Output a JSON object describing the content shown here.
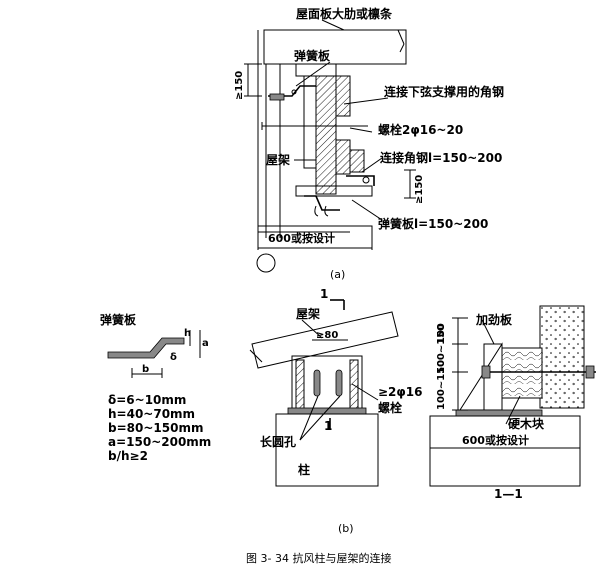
{
  "figure": {
    "caption": "图 3- 34  抗风柱与屋架的连接",
    "panel_a": {
      "tag": "(a)",
      "labels": {
        "roof_panel": "屋面板大肋或檩条",
        "spring_plate": "弹簧板",
        "brace_angle": "连接下弦支撑用的角钢",
        "bolt": "螺栓2φ16~20",
        "truss": "屋架",
        "conn_angle": "连接角钢l=150~200",
        "spring_plate_l": "弹簧板l=150~200",
        "width": "600或按设计",
        "dim_top": "≥150",
        "dim_side": "≥150"
      }
    },
    "panel_b": {
      "tag": "(b)",
      "section_mark": "1",
      "section_mark_bottom": "1",
      "section_title": "1—1",
      "labels": {
        "spring_plate": "弹簧板",
        "truss": "屋架",
        "gap": "≥80",
        "bolt": "≥2φ16",
        "bolt2": "螺栓",
        "slot": "长圆孔",
        "column": "柱",
        "stiffener": "加劲板",
        "hardwood": "硬木块",
        "width": "600或按设计",
        "dim_100": "100",
        "dim_100_150": "100~150",
        "dim_100_b": "100~150"
      },
      "spring_dims": {
        "dim_h": "h",
        "dim_a": "a",
        "dim_delta": "δ",
        "dim_b": "b"
      },
      "formulas": [
        "δ=6~10mm",
        "h=40~70mm",
        "b=80~150mm",
        "a=150~200mm",
        "b/h≥2"
      ]
    }
  }
}
